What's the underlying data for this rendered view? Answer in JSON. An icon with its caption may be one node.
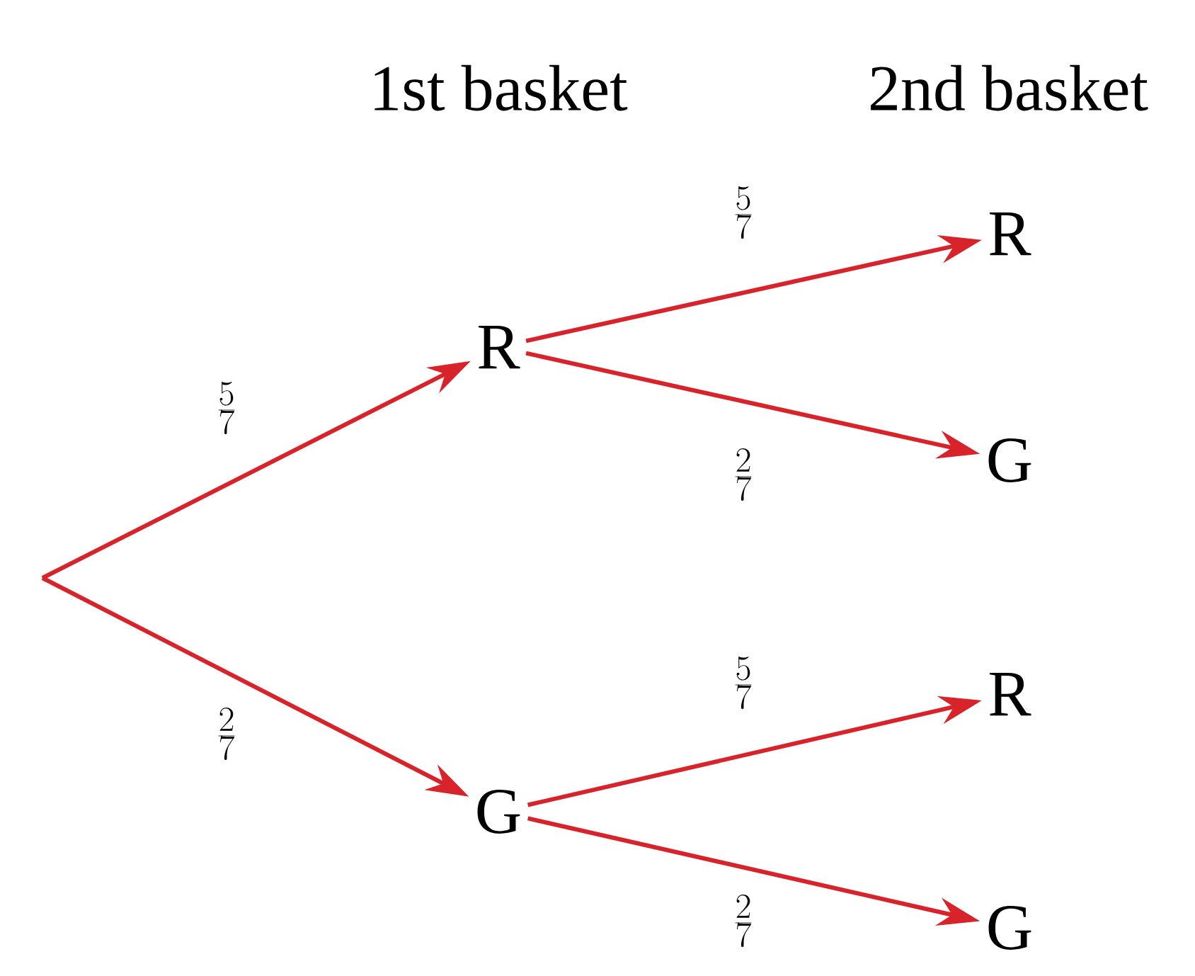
{
  "diagram": {
    "nodes": [
      {
        "text": [
          "R"
        ]
      },
      {
        "text": [
          "G"
        ]
      },
      {
        "text": [
          "R"
        ]
      },
      {
        "text": [
          "G"
        ]
      },
      {
        "text": [
          "R"
        ]
      },
      {
        "text": [
          "G"
        ]
      }
    ],
    "edges": [
      {
        "from": null,
        "to": 0,
        "arrow": "to",
        "label": "\\frac{5}{7}"
      },
      {
        "from": null,
        "to": 1,
        "arrow": "to",
        "label": "\\frac{2}{7}"
      },
      {
        "from": 0,
        "to": 2,
        "arrow": "to",
        "label": "\\frac{5}{7}"
      },
      {
        "from": 0,
        "to": 3,
        "arrow": "to",
        "label": "\\frac{2}{7}"
      },
      {
        "from": 1,
        "to": 4,
        "arrow": "to",
        "label": "\\frac{5}{7}"
      },
      {
        "from": 1,
        "to": 5,
        "arrow": "to",
        "label": "\\frac{2}{7}"
      }
    ],
    "labels": [
      "1st basket",
      "2nd basket"
    ]
  }
}
